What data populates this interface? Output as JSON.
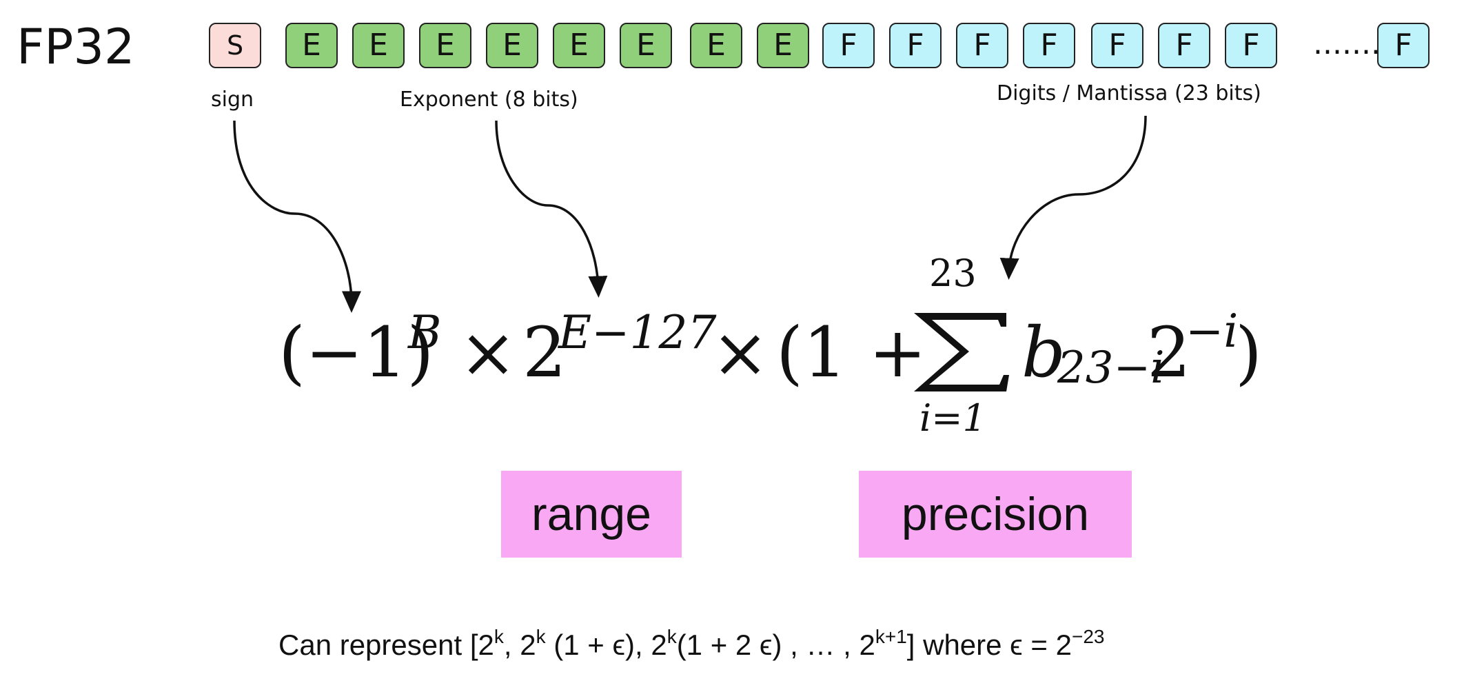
{
  "format_label": "FP32",
  "bits": {
    "sign": [
      "S"
    ],
    "exponent": [
      "E",
      "E",
      "E",
      "E",
      "E",
      "E",
      "E",
      "E"
    ],
    "fraction": [
      "F",
      "F",
      "F",
      "F",
      "F",
      "F",
      "F"
    ],
    "ellipsis": ".......",
    "fraction_last": "F"
  },
  "captions": {
    "sign": "sign",
    "exponent": "Exponent (8 bits)",
    "mantissa": "Digits / Mantissa (23 bits)"
  },
  "formula": {
    "sign_part": "(−1)",
    "sign_exp": "B",
    "times1": "×",
    "base": "2",
    "exp_expr": "E−127",
    "times2": "×",
    "paren_open": "(1 +",
    "sum_upper": "23",
    "sum_lower": "i=1",
    "b": "b",
    "b_sub": "23−i",
    "two": "2",
    "two_exp": "−i",
    "paren_close": ")"
  },
  "tags": {
    "range": "range",
    "precision": "precision"
  },
  "colors": {
    "sign_bit": "#fcdcd8",
    "exponent_bit": "#90d07a",
    "fraction_bit": "#bff3fc",
    "tag": "#f9a9f4"
  },
  "bottom": {
    "prefix": "Can represent [2",
    "k1": "k",
    "sep1": ", 2",
    "k2": "k",
    "term2": " (1  + ϵ), 2",
    "k3": "k",
    "term3": "(1  +  2 ϵ) , … , 2",
    "k4": "k+1",
    "suffix": "] where ϵ = 2",
    "eps_exp": "−23"
  }
}
